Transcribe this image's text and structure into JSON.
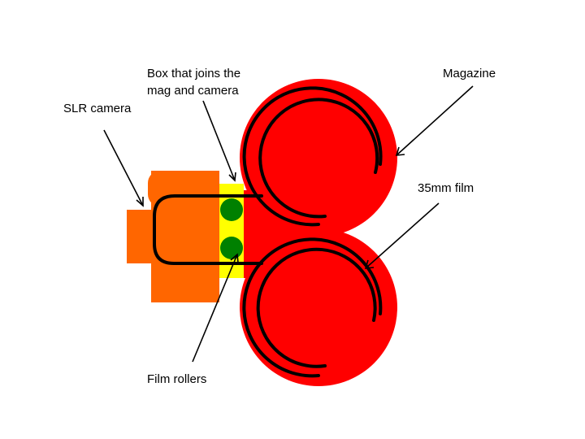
{
  "labels": {
    "slr_camera": "SLR camera",
    "box_line1": "Box that joins the",
    "box_line2": "mag and camera",
    "magazine": "Magazine",
    "film": "35mm film",
    "rollers": "Film rollers"
  },
  "colors": {
    "camera": "#ff6600",
    "magazine": "#ff0000",
    "joiner_box": "#ffff00",
    "rollers": "#008000",
    "film": "#000000"
  }
}
